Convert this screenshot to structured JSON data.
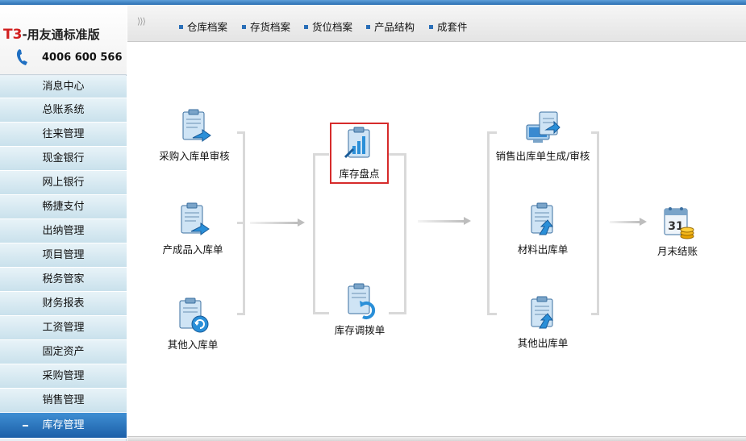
{
  "brand": {
    "title_prefix": "T3",
    "title_rest": "-用友通标准版",
    "phone": "4006 600 566"
  },
  "sidebar": {
    "items": [
      {
        "label": "消息中心"
      },
      {
        "label": "总账系统"
      },
      {
        "label": "往来管理"
      },
      {
        "label": "现金银行"
      },
      {
        "label": "网上银行"
      },
      {
        "label": "畅捷支付"
      },
      {
        "label": "出纳管理"
      },
      {
        "label": "项目管理"
      },
      {
        "label": "税务管家"
      },
      {
        "label": "财务报表"
      },
      {
        "label": "工资管理"
      },
      {
        "label": "固定资产"
      },
      {
        "label": "采购管理"
      },
      {
        "label": "销售管理"
      },
      {
        "label": "库存管理",
        "active": true
      }
    ]
  },
  "toolbar": {
    "chevron": "⟩⟩⟩",
    "items": [
      {
        "label": "仓库档案"
      },
      {
        "label": "存货档案"
      },
      {
        "label": "货位档案"
      },
      {
        "label": "产品结构"
      },
      {
        "label": "成套件"
      }
    ]
  },
  "flow": {
    "nodes": {
      "purchase_in": {
        "label": "采购入库单审核",
        "icon": "clipboard-import-icon"
      },
      "product_in": {
        "label": "产成品入库单",
        "icon": "clipboard-import-icon"
      },
      "other_in": {
        "label": "其他入库单",
        "icon": "clipboard-return-icon"
      },
      "stocktake": {
        "label": "库存盘点",
        "icon": "clipboard-chart-icon",
        "selected": true
      },
      "transfer": {
        "label": "库存调拨单",
        "icon": "clipboard-transfer-icon"
      },
      "sales_out": {
        "label": "销售出库单生成/审核",
        "icon": "sales-monitor-icon"
      },
      "material_out": {
        "label": "材料出库单",
        "icon": "clipboard-export-icon"
      },
      "other_out": {
        "label": "其他出库单",
        "icon": "clipboard-export-icon"
      },
      "month_end": {
        "label": "月末结账",
        "icon": "calendar-coins-icon"
      }
    },
    "calendar_day": "31"
  },
  "colors": {
    "accent": "#2a6fb8",
    "active_nav": "#2b73bd",
    "highlight_border": "#d62b2b",
    "brand_red": "#d11f1f"
  }
}
